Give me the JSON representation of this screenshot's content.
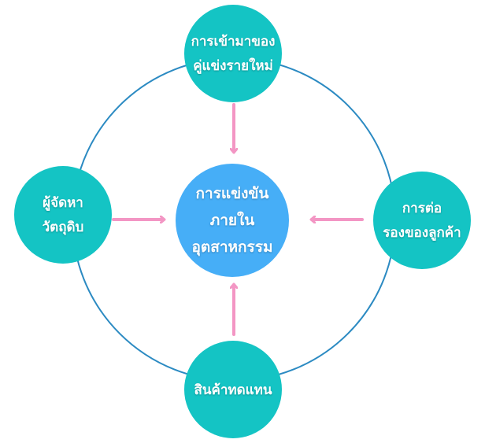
{
  "colors": {
    "outer_node": "#14c4c4",
    "center_node": "#46aef7",
    "ring": "#2b8ac2",
    "arrow": "#f396c4",
    "text": "#ffffff"
  },
  "nodes": {
    "top": {
      "lines": [
        "การเข้ามาของ",
        "คู่แข่งรายใหม่"
      ]
    },
    "left": {
      "lines": [
        "ผู้จัดหา",
        "วัตถุดิบ"
      ]
    },
    "right": {
      "lines": [
        "การต่อ",
        "รองของลูกค้า"
      ]
    },
    "bottom": {
      "lines": [
        "สินค้าทดแทน"
      ]
    },
    "center": {
      "lines": [
        "การแข่งขัน",
        "ภายใน",
        "อุตสาหกรรม"
      ]
    }
  }
}
